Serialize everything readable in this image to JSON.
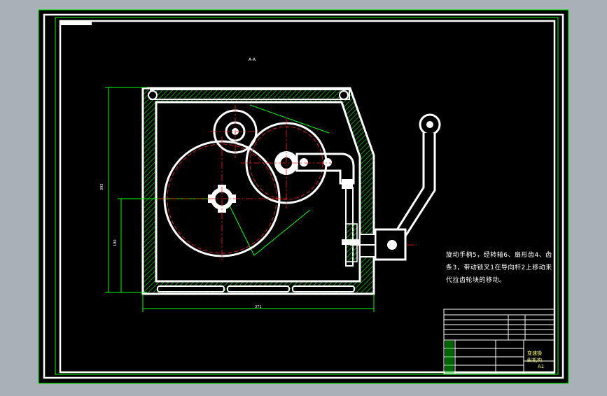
{
  "drawing": {
    "annotation_lines": [
      "旋动手柄5，经转轴6、扇形齿4、齿",
      "条3，带动锁叉1在导向杆2上移动来",
      "代拉齿轮块的移动。"
    ],
    "title_block": {
      "name_line1": "变速操",
      "name_line2": "纵机构",
      "sheet": "A1"
    },
    "colors": {
      "background": "#000000",
      "outline": "#ffffff",
      "dimension": "#00ff00",
      "centerline": "#ff2020",
      "hatch": "#00cc00",
      "window_gray": "#a9b0b8"
    }
  }
}
